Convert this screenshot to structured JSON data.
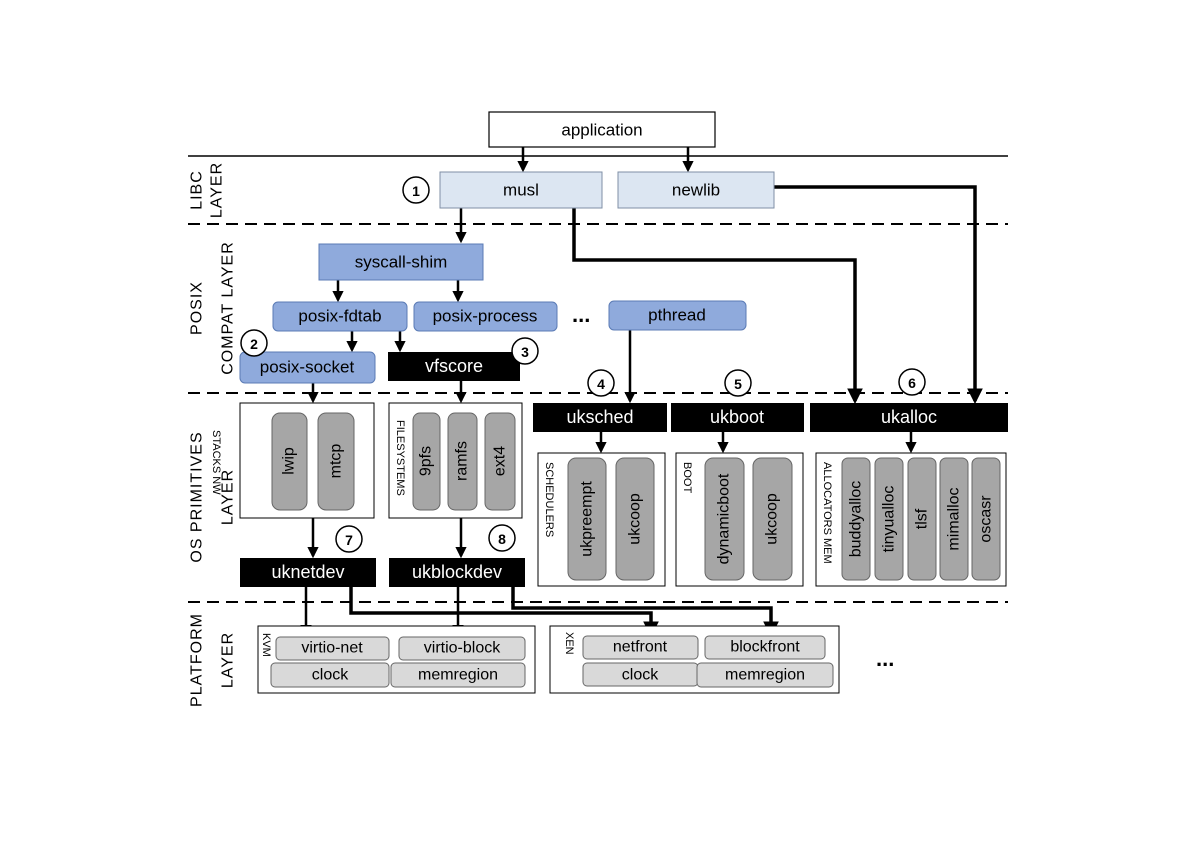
{
  "layers": {
    "libc": [
      "LIBC",
      "LAYER"
    ],
    "posix": [
      "POSIX",
      "COMPAT LAYER"
    ],
    "os": [
      "OS PRIMITIVES",
      "LAYER"
    ],
    "platform": [
      "PLATFORM",
      "LAYER"
    ]
  },
  "nodes": {
    "application": "application",
    "musl": "musl",
    "newlib": "newlib",
    "syscall_shim": "syscall-shim",
    "posix_fdtab": "posix-fdtab",
    "posix_process": "posix-process",
    "pthread": "pthread",
    "posix_socket": "posix-socket",
    "vfscore": "vfscore",
    "uksched": "uksched",
    "ukboot": "ukboot",
    "ukalloc": "ukalloc",
    "uknetdev": "uknetdev",
    "ukblockdev": "ukblockdev"
  },
  "ellipsis": "...",
  "markers": [
    "1",
    "2",
    "3",
    "4",
    "5",
    "6",
    "7",
    "8"
  ],
  "groups": {
    "net_stacks": {
      "label": "STACKS NW",
      "items": [
        "lwip",
        "mtcp"
      ]
    },
    "filesystems": {
      "label": "FILESYSTEMS",
      "items": [
        "9pfs",
        "ramfs",
        "ext4"
      ]
    },
    "schedulers": {
      "label": "SCHEDULERS",
      "items": [
        "ukpreempt",
        "ukcoop"
      ]
    },
    "boot": {
      "label": "BOOT",
      "items": [
        "dynamicboot",
        "ukcoop"
      ]
    },
    "allocators": {
      "label": "ALLOCATORS MEM",
      "items": [
        "buddyalloc",
        "tinyualloc",
        "tlsf",
        "mimalloc",
        "oscasr"
      ]
    }
  },
  "platforms": {
    "kvm": {
      "label": "KVM",
      "items": [
        "virtio-net",
        "virtio-block",
        "clock",
        "memregion"
      ]
    },
    "xen": {
      "label": "XEN",
      "items": [
        "netfront",
        "blockfront",
        "clock",
        "memregion"
      ]
    }
  },
  "colors": {
    "libc_fill": "#dce6f2",
    "posix_fill": "#8faadc",
    "dark_fill": "#000000",
    "group_pill": "#a6a6a6",
    "platform_pill": "#d9d9d9"
  }
}
